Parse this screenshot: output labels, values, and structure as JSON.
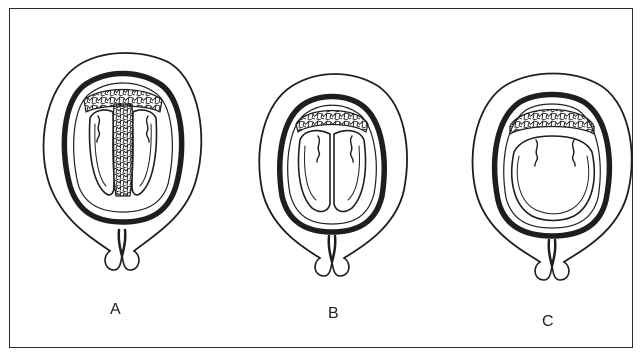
{
  "figure": {
    "labels": {
      "a": "A",
      "b": "B",
      "c": "C"
    }
  },
  "colors": {
    "ink": "#1e1e1e",
    "background": "#ffffff"
  }
}
